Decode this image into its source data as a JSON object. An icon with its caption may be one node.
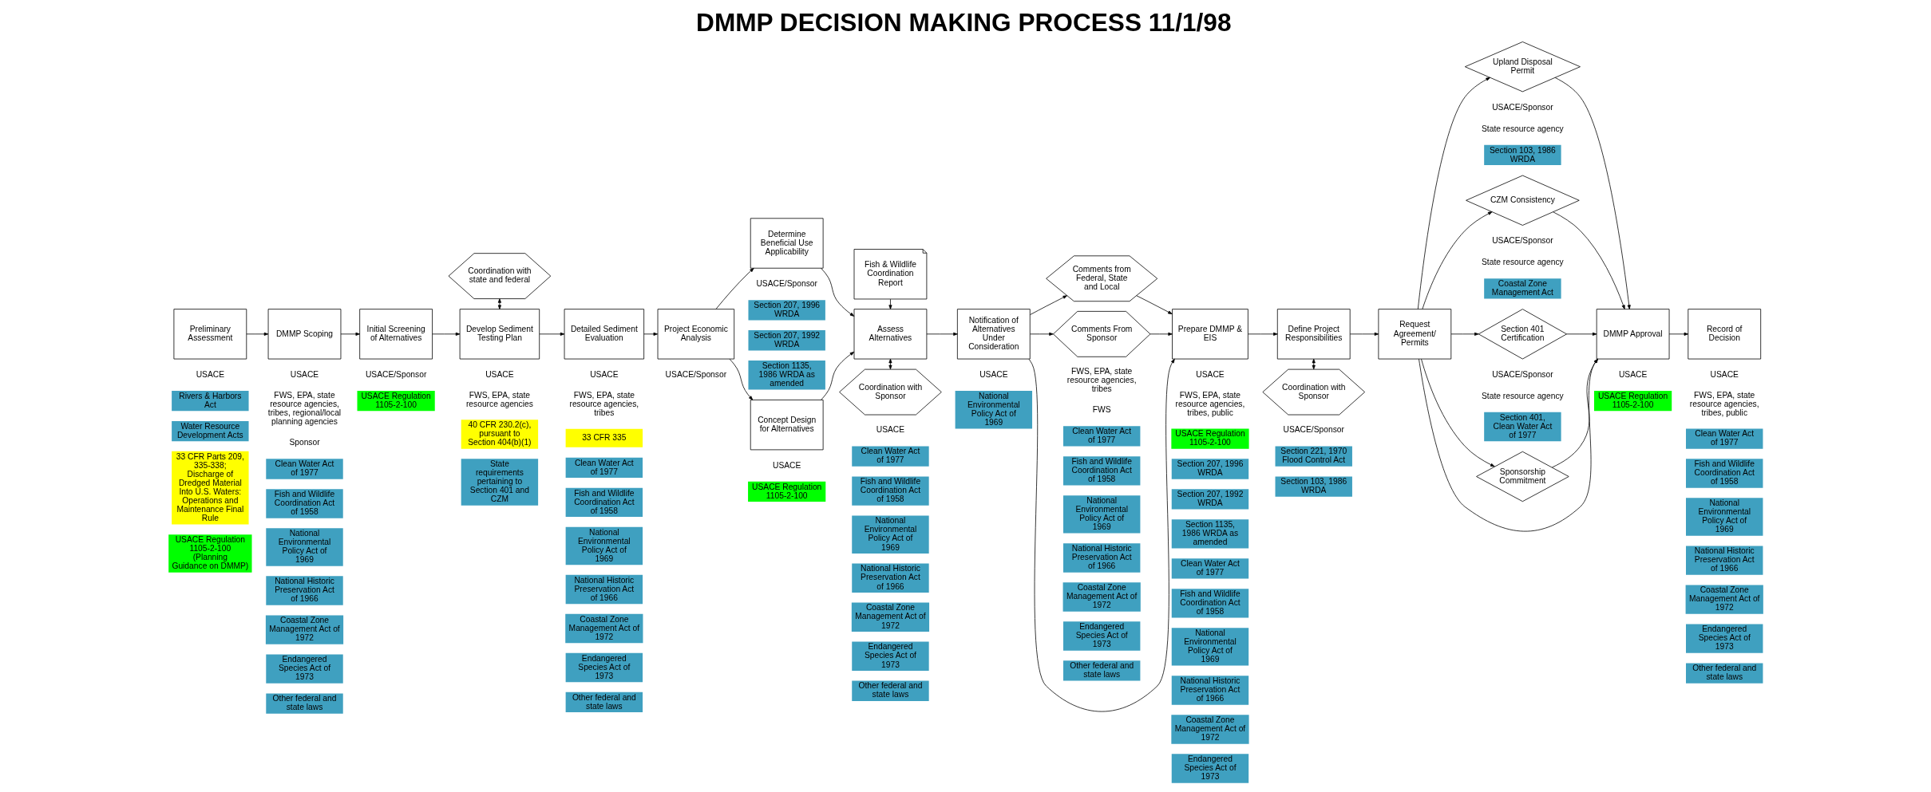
{
  "diagram": {
    "title": "DMMP DECISION MAKING PROCESS 11/1/98",
    "nodes": [
      {
        "text": [
          "Preliminary Assessment"
        ]
      },
      {
        "text": [
          "Rivers & Harbors Act"
        ]
      },
      {
        "text": [
          "Water Resource Development Acts"
        ]
      },
      {
        "text": [
          "33 CFR Parts 209, 335-338; Discharge of Dredged Material Into U.S. Waters: Operations and Maintenance Final Rule"
        ]
      },
      {
        "text": [
          "USACE Regulation 1105-2-100 (Planning Guidance on DMMP)"
        ]
      },
      {
        "text": [
          "DMMP Scoping"
        ]
      },
      {
        "text": [
          "Clean Water Act of 1977"
        ]
      },
      {
        "text": [
          "Fish and Wildlife Coordination Act of 1958"
        ]
      },
      {
        "text": [
          "National Environmental Policy Act of 1969"
        ]
      },
      {
        "text": [
          "National Historic Preservation Act of 1966"
        ]
      },
      {
        "text": [
          "Coastal Zone Management Act of 1972"
        ]
      },
      {
        "text": [
          "Endangered Species Act of 1973"
        ]
      },
      {
        "text": [
          "Other federal and state laws"
        ]
      },
      {
        "text": [
          "Initial Screening of Alternatives"
        ]
      },
      {
        "text": [
          "USACE Regulation 1105-2-100"
        ]
      },
      {
        "text": [
          "Coordination with state and federal"
        ]
      },
      {
        "text": [
          "Develop Sediment Testing Plan"
        ]
      },
      {
        "text": [
          "40 CFR 230.2(c), pursuant to Section 404(b)(1)"
        ]
      },
      {
        "text": [
          "State requirements pertaining to Section 401 and CZM"
        ]
      },
      {
        "text": [
          "Detailed Sediment Evaluation"
        ]
      },
      {
        "text": [
          "33 CFR 335"
        ]
      },
      {
        "text": [
          "Clean Water Act of 1977"
        ]
      },
      {
        "text": [
          "Fish and Wildlife Coordination Act of 1958"
        ]
      },
      {
        "text": [
          "National Environmental Policy Act of 1969"
        ]
      },
      {
        "text": [
          "National Historic Preservation Act of 1966"
        ]
      },
      {
        "text": [
          "Coastal Zone Management Act of 1972"
        ]
      },
      {
        "text": [
          "Endangered Species Act of 1973"
        ]
      },
      {
        "text": [
          "Other federal and state laws"
        ]
      },
      {
        "text": [
          "Project Economic Analysis"
        ]
      },
      {
        "text": [
          "Determine Beneficial Use Applicability"
        ]
      },
      {
        "text": [
          "Section 207, 1996 WRDA"
        ]
      },
      {
        "text": [
          "Section 207, 1992 WRDA"
        ]
      },
      {
        "text": [
          "Section 1135, 1986 WRDA as amended"
        ]
      },
      {
        "text": [
          "Concept Design for Alternatives"
        ]
      },
      {
        "text": [
          "USACE Regulation 1105-2-100"
        ]
      },
      {
        "text": [
          "Fish & Wildlife Coordination Report"
        ]
      },
      {
        "text": [
          "Assess Alternatives"
        ]
      },
      {
        "text": [
          "Coordination with Sponsor"
        ]
      },
      {
        "text": [
          "Clean Water Act of 1977"
        ]
      },
      {
        "text": [
          "Fish and Wildlife Coordination Act of 1958"
        ]
      },
      {
        "text": [
          "National Environmental Policy Act of 1969"
        ]
      },
      {
        "text": [
          "National Historic Preservation Act of 1966"
        ]
      },
      {
        "text": [
          "Coastal Zone Management Act of 1972"
        ]
      },
      {
        "text": [
          "Endangered Species Act of 1973"
        ]
      },
      {
        "text": [
          "Other federal and state laws"
        ]
      },
      {
        "text": [
          "Notification of Alternatives Under Consideration"
        ]
      },
      {
        "text": [
          "National Environmental Policy Act of 1969"
        ]
      },
      {
        "text": [
          "Comments from Federal, State and Local"
        ]
      },
      {
        "text": [
          "Comments From Sponsor"
        ]
      },
      {
        "text": [
          "Clean Water Act of 1977"
        ]
      },
      {
        "text": [
          "Fish and Wildlife Coordination Act of 1958"
        ]
      },
      {
        "text": [
          "National Environmental Policy Act of 1969"
        ]
      },
      {
        "text": [
          "National Historic Preservation Act of 1966"
        ]
      },
      {
        "text": [
          "Coastal Zone Management Act of 1972"
        ]
      },
      {
        "text": [
          "Endangered Species Act of 1973"
        ]
      },
      {
        "text": [
          "Other federal and state laws"
        ]
      },
      {
        "text": [
          "Prepare DMMP & EIS"
        ]
      },
      {
        "text": [
          "USACE Regulation 1105-2-100"
        ]
      },
      {
        "text": [
          "Section 207, 1996 WRDA"
        ]
      },
      {
        "text": [
          "Section 207, 1992 WRDA"
        ]
      },
      {
        "text": [
          "Section 1135, 1986 WRDA as amended"
        ]
      },
      {
        "text": [
          "Clean Water Act of 1977"
        ]
      },
      {
        "text": [
          "Fish and Wildlife Coordination Act of 1958"
        ]
      },
      {
        "text": [
          "National Environmental Policy Act of 1969"
        ]
      },
      {
        "text": [
          "National Historic Preservation Act of 1966"
        ]
      },
      {
        "text": [
          "Coastal Zone Management Act of 1972"
        ]
      },
      {
        "text": [
          "Endangered Species Act of 1973"
        ]
      },
      {
        "text": [
          "Define Project Responsibilities"
        ]
      },
      {
        "text": [
          "Coordination with Sponsor"
        ]
      },
      {
        "text": [
          "Section 221, 1970 Flood Control Act"
        ]
      },
      {
        "text": [
          "Section 103, 1986 WRDA"
        ]
      },
      {
        "text": [
          "Request Agreement/ Permits"
        ]
      },
      {
        "text": [
          "Upland Disposal Permit"
        ]
      },
      {
        "text": [
          "Section 103, 1986 WRDA"
        ]
      },
      {
        "text": [
          "CZM Consistency"
        ]
      },
      {
        "text": [
          "Coastal Zone Management Act"
        ]
      },
      {
        "text": [
          "Section 401 Certification"
        ]
      },
      {
        "text": [
          "Section 401, Clean Water Act of 1977"
        ]
      },
      {
        "text": [
          "Sponsorship Commitment"
        ]
      },
      {
        "text": [
          "DMMP Approval"
        ]
      },
      {
        "text": [
          "USACE Regulation 1105-2-100"
        ]
      },
      {
        "text": [
          "Record of Decision"
        ]
      },
      {
        "text": [
          "Clean Water Act of 1977"
        ]
      },
      {
        "text": [
          "Fish and Wildlife Coordination Act of 1958"
        ]
      },
      {
        "text": [
          "National Environmental Policy Act of 1969"
        ]
      },
      {
        "text": [
          "National Historic Preservation Act of 1966"
        ]
      },
      {
        "text": [
          "Coastal Zone Management Act of 1972"
        ]
      },
      {
        "text": [
          "Endangered Species Act of 1973"
        ]
      },
      {
        "text": [
          "Other federal and state laws"
        ]
      }
    ],
    "edges": [
      {
        "from": 0,
        "to": 5,
        "arrow": "to"
      },
      {
        "from": 5,
        "to": 13,
        "arrow": "to"
      },
      {
        "from": 13,
        "to": 16,
        "arrow": "to"
      },
      {
        "from": 15,
        "to": 16,
        "arrow": "both"
      },
      {
        "from": 16,
        "to": 19,
        "arrow": "to"
      },
      {
        "from": 19,
        "to": 28,
        "arrow": "to"
      },
      {
        "from": 28,
        "to": 29,
        "arrow": "to"
      },
      {
        "from": 28,
        "to": 33,
        "arrow": "to"
      },
      {
        "from": 29,
        "to": 36,
        "arrow": "to"
      },
      {
        "from": 33,
        "to": 36,
        "arrow": "to"
      },
      {
        "from": 35,
        "to": 36,
        "arrow": "to"
      },
      {
        "from": 36,
        "to": 37,
        "arrow": "both"
      },
      {
        "from": 36,
        "to": 45,
        "arrow": "to"
      },
      {
        "from": 45,
        "to": 47,
        "arrow": "to"
      },
      {
        "from": 45,
        "to": 48,
        "arrow": "to"
      },
      {
        "from": 45,
        "to": 56,
        "arrow": "to"
      },
      {
        "from": 47,
        "to": 56,
        "arrow": "to"
      },
      {
        "from": 48,
        "to": 56,
        "arrow": "to"
      },
      {
        "from": 56,
        "to": 67,
        "arrow": "to"
      },
      {
        "from": 67,
        "to": 68,
        "arrow": "both"
      },
      {
        "from": 67,
        "to": 71,
        "arrow": "to"
      },
      {
        "from": 71,
        "to": 72,
        "arrow": "to"
      },
      {
        "from": 71,
        "to": 74,
        "arrow": "to"
      },
      {
        "from": 71,
        "to": 76,
        "arrow": "to"
      },
      {
        "from": 71,
        "to": 78,
        "arrow": "to"
      },
      {
        "from": 72,
        "to": 79,
        "arrow": "to"
      },
      {
        "from": 74,
        "to": 79,
        "arrow": "to"
      },
      {
        "from": 71,
        "to": 79,
        "arrow": "to"
      },
      {
        "from": 76,
        "to": 79,
        "arrow": "to"
      },
      {
        "from": 78,
        "to": 79,
        "arrow": "to"
      },
      {
        "from": 79,
        "to": 81,
        "arrow": "to"
      }
    ],
    "labels": [
      "USACE",
      "USACE",
      "FWS, EPA, state resource agencies, tribes, regional/local planning agencies",
      "Sponsor",
      "USACE/Sponsor",
      "USACE",
      "FWS, EPA, state resource agencies",
      "USACE",
      "FWS, EPA, state resource agencies, tribes",
      "USACE/Sponsor",
      "USACE/Sponsor",
      "USACE",
      "USACE",
      "USACE",
      "FWS, EPA, state resource agencies, tribes",
      "FWS",
      "USACE",
      "FWS, EPA, state resource agencies, tribes, public",
      "USACE/Sponsor",
      "USACE/Sponsor",
      "State resource agency",
      "USACE/Sponsor",
      "State resource agency",
      "USACE/Sponsor",
      "State resource agency",
      "USACE",
      "USACE",
      "FWS, EPA, state resource agencies, tribes, public"
    ]
  }
}
